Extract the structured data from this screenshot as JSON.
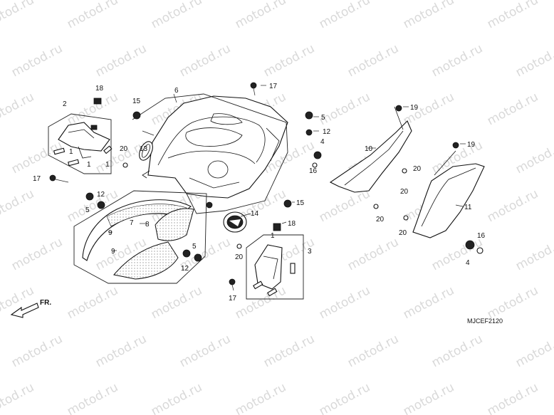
{
  "watermark": "motod.ru",
  "diagram_code": "MJCEF2120",
  "direction_label": "FR.",
  "callouts": {
    "c1a": "1",
    "c1b": "1",
    "c1c": "1",
    "c1d": "1",
    "c2": "2",
    "c3": "3",
    "c4a": "4",
    "c4b": "4",
    "c5a": "5",
    "c5b": "5",
    "c5c": "5",
    "c6": "6",
    "c7": "7",
    "c8": "8",
    "c9a": "9",
    "c9b": "9",
    "c10": "10",
    "c11": "11",
    "c12a": "12",
    "c12b": "12",
    "c12c": "12",
    "c13": "13",
    "c14": "14",
    "c15a": "15",
    "c15b": "15",
    "c16a": "16",
    "c16b": "16",
    "c17a": "17",
    "c17b": "17",
    "c17c": "17",
    "c18a": "18",
    "c18b": "18",
    "c19a": "19",
    "c19b": "19",
    "c20a": "20",
    "c20b": "20",
    "c20c": "20",
    "c20d": "20",
    "c20e": "20",
    "c20f": "20"
  }
}
